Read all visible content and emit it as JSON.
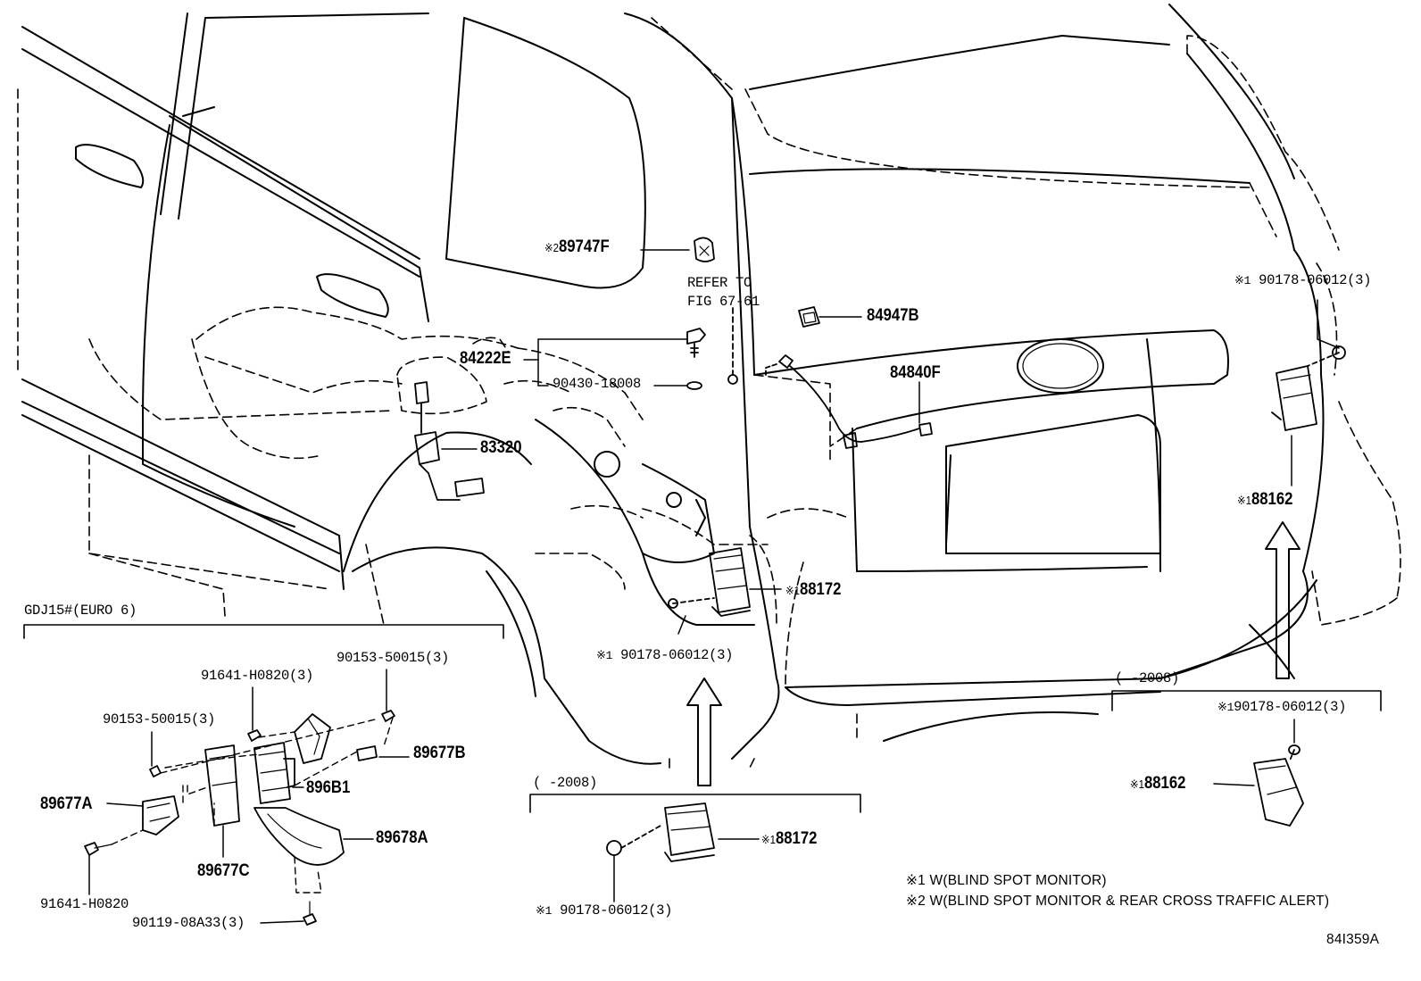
{
  "diagram": {
    "catalog_number": "84I359A",
    "refer": {
      "line1": "REFER TO",
      "line2": "FIG 67-61"
    },
    "notes": [
      {
        "mark": "※1",
        "text": "W(BLIND SPOT MONITOR)"
      },
      {
        "mark": "※2",
        "text": "W(BLIND SPOT MONITOR & REAR CROSS TRAFFIC ALERT)"
      }
    ],
    "groups": {
      "euro6": "GDJ15#(EURO 6)",
      "period_left": "(      -2008)",
      "period_right": "(      -2008)"
    },
    "parts": {
      "p89747F": {
        "mark": "※2",
        "code": "89747F"
      },
      "p84222E": {
        "code": "84222E"
      },
      "p90430": {
        "code": "90430-18008"
      },
      "p83320": {
        "code": "83320"
      },
      "p84947B": {
        "code": "84947B"
      },
      "p84840F": {
        "code": "84840F"
      },
      "p90178_tr": {
        "mark": "※1",
        "code": "90178-06012(3)"
      },
      "p88162_r": {
        "mark": "※1",
        "code": "88162"
      },
      "p88172_c": {
        "mark": "※1",
        "code": "88172"
      },
      "p90178_c": {
        "mark": "※1",
        "code": "90178-06012(3)"
      },
      "p90178_br": {
        "mark": "※1",
        "code": "90178-06012(3)"
      },
      "p88162_br": {
        "mark": "※1",
        "code": "88162"
      },
      "p88172_b": {
        "mark": "※1",
        "code": "88172"
      },
      "p90178_b": {
        "mark": "※1",
        "code": "90178-06012(3)"
      },
      "p91641_3": {
        "code": "91641-H0820(3)"
      },
      "p90153_r": {
        "code": "90153-50015(3)"
      },
      "p90153_l": {
        "code": "90153-50015(3)"
      },
      "p89677B": {
        "code": "89677B"
      },
      "p896B1": {
        "code": "896B1"
      },
      "p89677A": {
        "code": "89677A"
      },
      "p89678A": {
        "code": "89678A"
      },
      "p89677C": {
        "code": "89677C"
      },
      "p91641": {
        "code": "91641-H0820"
      },
      "p90119": {
        "code": "90119-08A33(3)"
      }
    }
  }
}
